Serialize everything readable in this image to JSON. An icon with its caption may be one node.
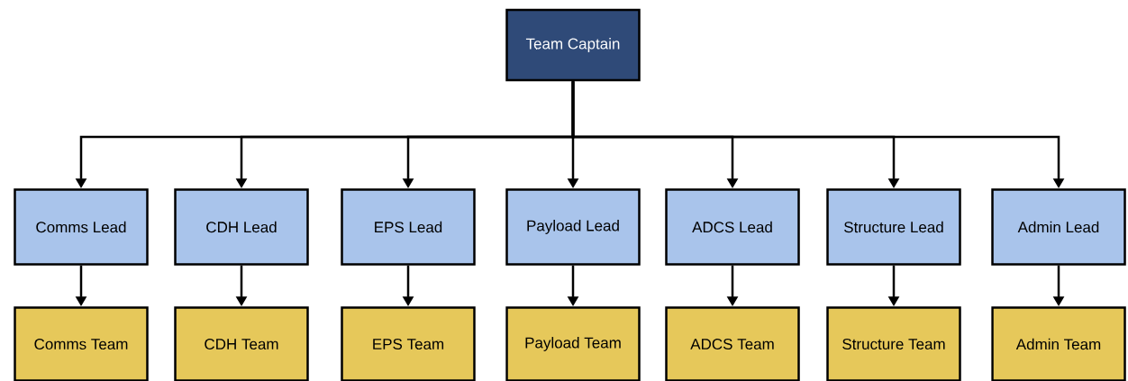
{
  "diagram": {
    "nodes": [
      {
        "text": [
          "Team Captain"
        ]
      },
      {
        "text": [
          "Comms Lead"
        ]
      },
      {
        "text": [
          "CDH Lead"
        ]
      },
      {
        "text": [
          "EPS Lead"
        ]
      },
      {
        "text": [
          "Payload Lead"
        ]
      },
      {
        "text": [
          "ADCS Lead"
        ]
      },
      {
        "text": [
          "Structure Lead"
        ]
      },
      {
        "text": [
          "Admin Lead"
        ]
      },
      {
        "text": [
          "Comms Team"
        ]
      },
      {
        "text": [
          "CDH Team"
        ]
      },
      {
        "text": [
          "EPS Team"
        ]
      },
      {
        "text": [
          "Payload Team"
        ]
      },
      {
        "text": [
          "ADCS Team"
        ]
      },
      {
        "text": [
          "Structure Team"
        ]
      },
      {
        "text": [
          "Admin Team"
        ]
      }
    ],
    "edges": [
      {
        "from": 0,
        "to": 1,
        "arrow": "to"
      },
      {
        "from": 0,
        "to": 2,
        "arrow": "to"
      },
      {
        "from": 0,
        "to": 3,
        "arrow": "to"
      },
      {
        "from": 0,
        "to": 4,
        "arrow": "to"
      },
      {
        "from": 0,
        "to": 5,
        "arrow": "to"
      },
      {
        "from": 0,
        "to": 6,
        "arrow": "to"
      },
      {
        "from": 0,
        "to": 7,
        "arrow": "to"
      },
      {
        "from": 1,
        "to": 8,
        "arrow": "to"
      },
      {
        "from": 2,
        "to": 9,
        "arrow": "to"
      },
      {
        "from": 3,
        "to": 10,
        "arrow": "to"
      },
      {
        "from": 4,
        "to": 11,
        "arrow": "to"
      },
      {
        "from": 5,
        "to": 12,
        "arrow": "to"
      },
      {
        "from": 6,
        "to": 13,
        "arrow": "to"
      },
      {
        "from": 7,
        "to": 14,
        "arrow": "to"
      }
    ]
  }
}
